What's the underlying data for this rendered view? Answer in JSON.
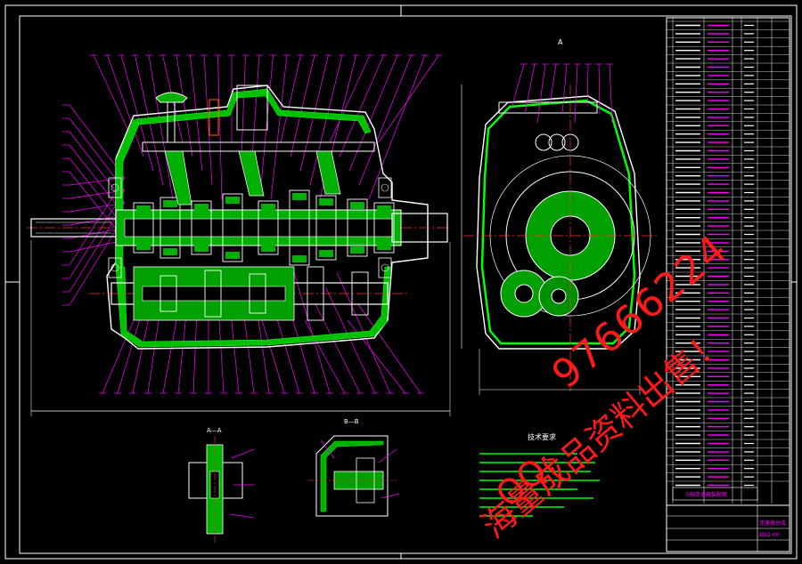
{
  "drawing": {
    "colors": {
      "background": "#000000",
      "outline": "#ffffff",
      "section": "#00ff00",
      "leaders": "#ff00ff",
      "centerline": "#ff3333",
      "table": "#ffffff"
    },
    "views": {
      "section_a_label": "A—A",
      "section_b_label": "B—B",
      "side_view_label": "A"
    },
    "notes_title": "技术要求",
    "watermark": {
      "qq_label": "QQ:",
      "qq_number": "97666224",
      "slogan": "海量成品资料出售！"
    },
    "title_block": {
      "drawing_title": "5档变速器装配图",
      "part_name": "变速器总成",
      "drawing_no": "BSQ-00"
    }
  }
}
